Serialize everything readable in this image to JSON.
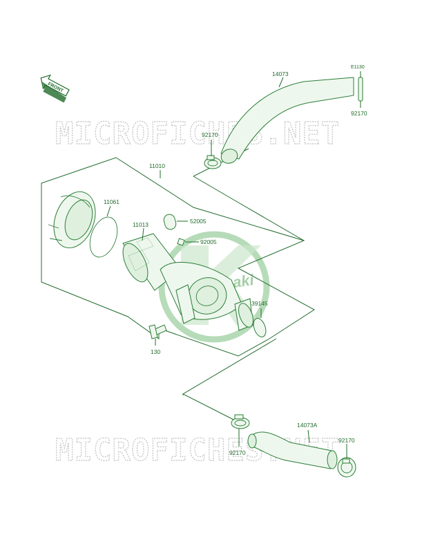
{
  "watermark": {
    "text": "MICROFICHES.NET",
    "color": "#c9c9c9"
  },
  "logo": {
    "text": "Kawasaki",
    "color": "#7cbf7f"
  },
  "front_arrow": {
    "text": "FRONT"
  },
  "colors": {
    "line": "#2a7d35",
    "label": "#1f6b2a",
    "fill": "#eef7ee"
  },
  "labels": {
    "p14073": "14073",
    "e1130": "E1130",
    "p92170_top_right": "92170",
    "p92170_top_left": "92170",
    "p11010": "11010",
    "p11061": "11061",
    "p11013": "11013",
    "p52005": "52005",
    "p92005": "92005",
    "p39145": "39145",
    "p130": "130",
    "p14073a": "14073A",
    "p92170_bottom_left": "92170",
    "p92170_bottom_right": "92170"
  }
}
